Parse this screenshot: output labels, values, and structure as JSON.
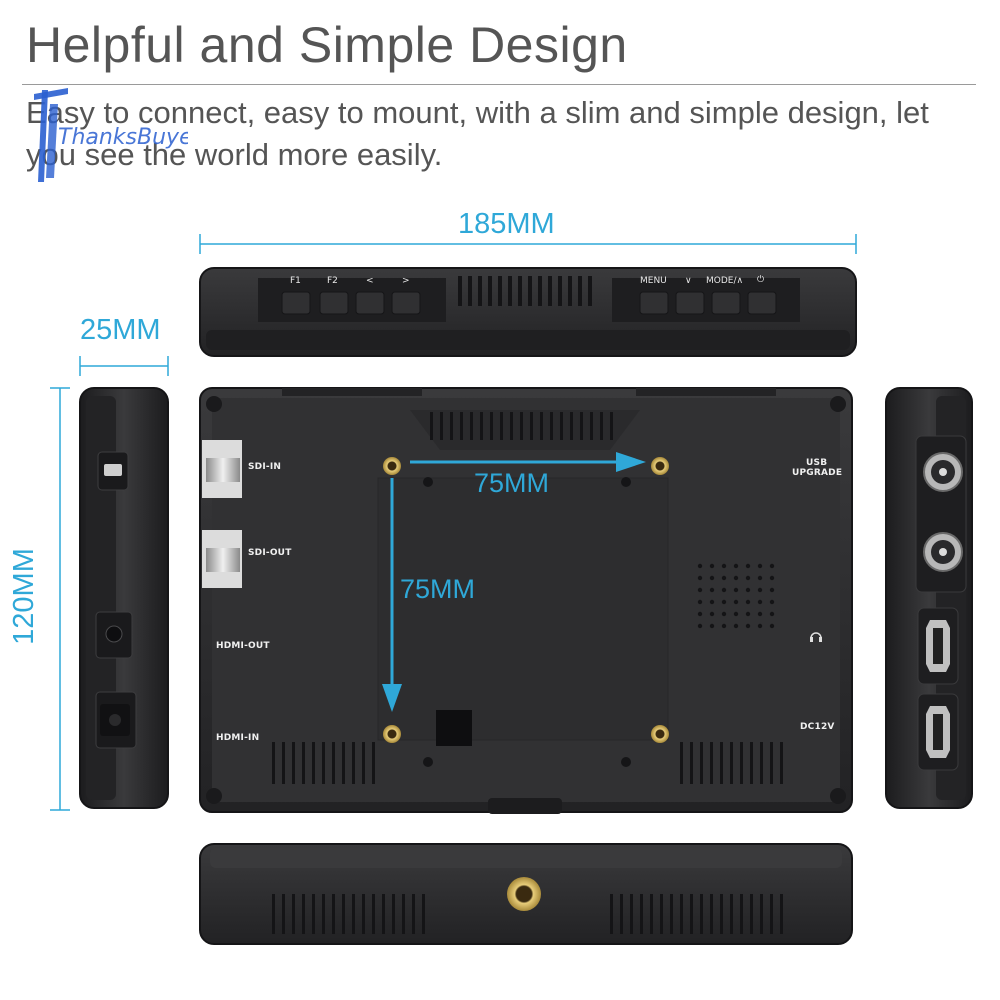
{
  "title": "Helpful and Simple Design",
  "description": "Easy to connect, easy to mount, with a slim and simple design, let you see the world more easily.",
  "watermark": "ThanksBuyer",
  "dimensions": {
    "width": "185MM",
    "depth": "25MM",
    "height": "120MM",
    "vesa_horizontal": "75MM",
    "vesa_vertical": "75MM"
  },
  "top_buttons": {
    "f1": "F1",
    "f2": "F2",
    "left": "<",
    "right": ">",
    "menu": "MENU",
    "down": "∨",
    "mode_up": "MODE/∧",
    "power": "⏻"
  },
  "ports": {
    "sdi_in": "SDI-IN",
    "sdi_out": "SDI-OUT",
    "hdmi_out": "HDMI-OUT",
    "hdmi_in": "HDMI-IN",
    "usb_upgrade_line1": "USB",
    "usb_upgrade_line2": "UPGRADE",
    "dc12v": "DC12V",
    "headphone": "headphone-icon"
  },
  "colors": {
    "accent": "#2fa8d8",
    "heading": "#555555",
    "device_body": "#2b2b2d",
    "device_edge": "#1a1a1c",
    "brass": "#c8a85a"
  }
}
